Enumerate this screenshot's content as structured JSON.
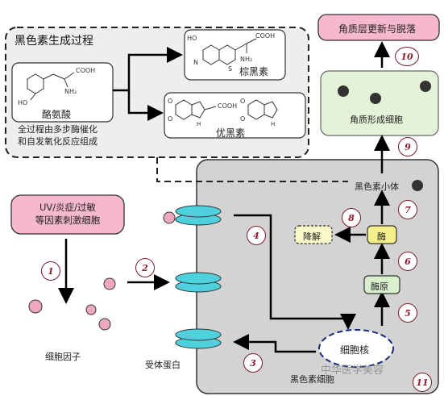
{
  "synthesis": {
    "title": "黑色素生成过程",
    "tyrosine": "酪氨酸",
    "pheomelanin": "棕黑素",
    "eumelanin": "优黑素",
    "note": "全过程由多步酶催化\n和自发氧化反应组成"
  },
  "stimulus": "UV/炎症/过敏\n等因素刺激细胞",
  "cytokine": "细胞因子",
  "receptor": "受体蛋白",
  "melanocyte": "黑色素细胞",
  "nucleus": "细胞核",
  "proenzyme": "酶原",
  "enzyme": "酶",
  "degradation": "降解",
  "melanosome": "黑色素小体",
  "keratinocyte": "角质形成细胞",
  "renewal": "角质层更新与脱落",
  "steps": [
    "1",
    "2",
    "3",
    "4",
    "5",
    "6",
    "7",
    "8",
    "9",
    "10",
    "11"
  ],
  "watermark": "中华医学美容",
  "colors": {
    "pink": "#f5b8cc",
    "cyan": "#4fd0dd",
    "green": "#d8f0cc",
    "yellow": "#f4f08a",
    "cellbg": "#d2d2d2",
    "panel": "#eeeeee"
  }
}
